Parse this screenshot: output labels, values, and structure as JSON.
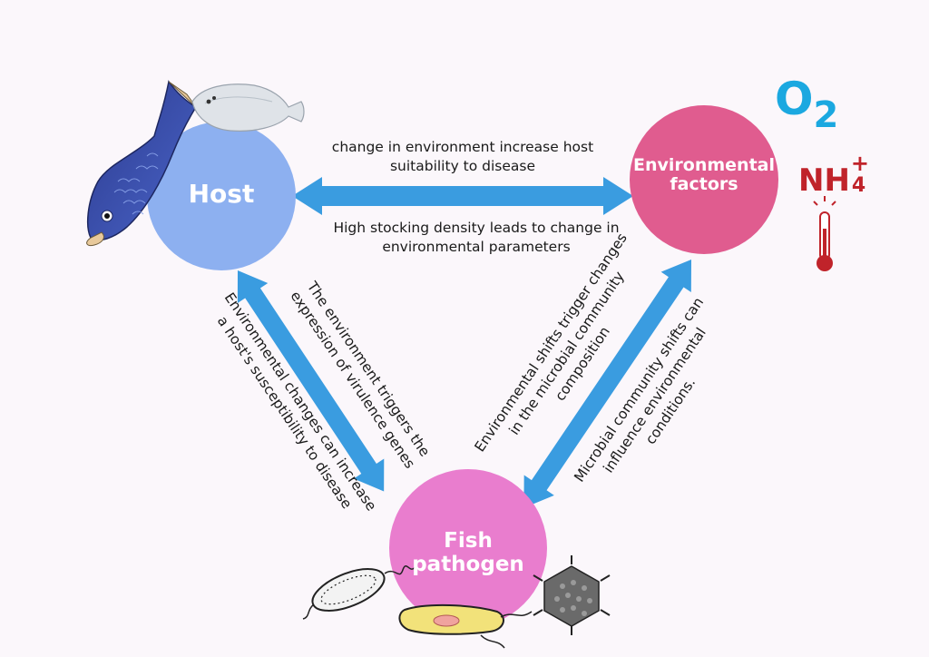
{
  "nodes": {
    "host": {
      "label": "Host",
      "color": "#8db0f0"
    },
    "environment": {
      "label_line1": "Environmental",
      "label_line2": "factors",
      "color": "#e05c8f"
    },
    "pathogen": {
      "label_line1": "Fish",
      "label_line2": "pathogen",
      "color": "#e97dce"
    }
  },
  "edges": {
    "host_env_top": {
      "line1": "change in environment increase host",
      "line2": "suitability to disease"
    },
    "host_env_bottom": {
      "line1": "High stocking density leads to change in",
      "line2": "environmental parameters"
    },
    "left_outer": {
      "line1": "Environmental changes can increase",
      "line2": "a host's susceptibility to disease"
    },
    "left_inner": {
      "line1": "The environment triggers the",
      "line2": "expression of virulence genes"
    },
    "right_inner": {
      "line1": "Environmental shifts trigger changes",
      "line2": "in the microbial community",
      "line3": "composition"
    },
    "right_outer": {
      "line1": "Microbial community shifts can",
      "line2": "influence environmental",
      "line3": "conditions."
    }
  },
  "environment_icons": {
    "oxygen": {
      "symbol": "O",
      "subscript": "2",
      "color": "#1ba8e0"
    },
    "ammonium": {
      "symbol": "NH",
      "superscript": "+",
      "subscript": "4",
      "color": "#c0232a"
    },
    "thermometer": {
      "icon": "thermometer-icon",
      "color": "#c0232a"
    }
  },
  "colors": {
    "arrow": "#3a9ce0",
    "background": "#fbf7fb"
  }
}
